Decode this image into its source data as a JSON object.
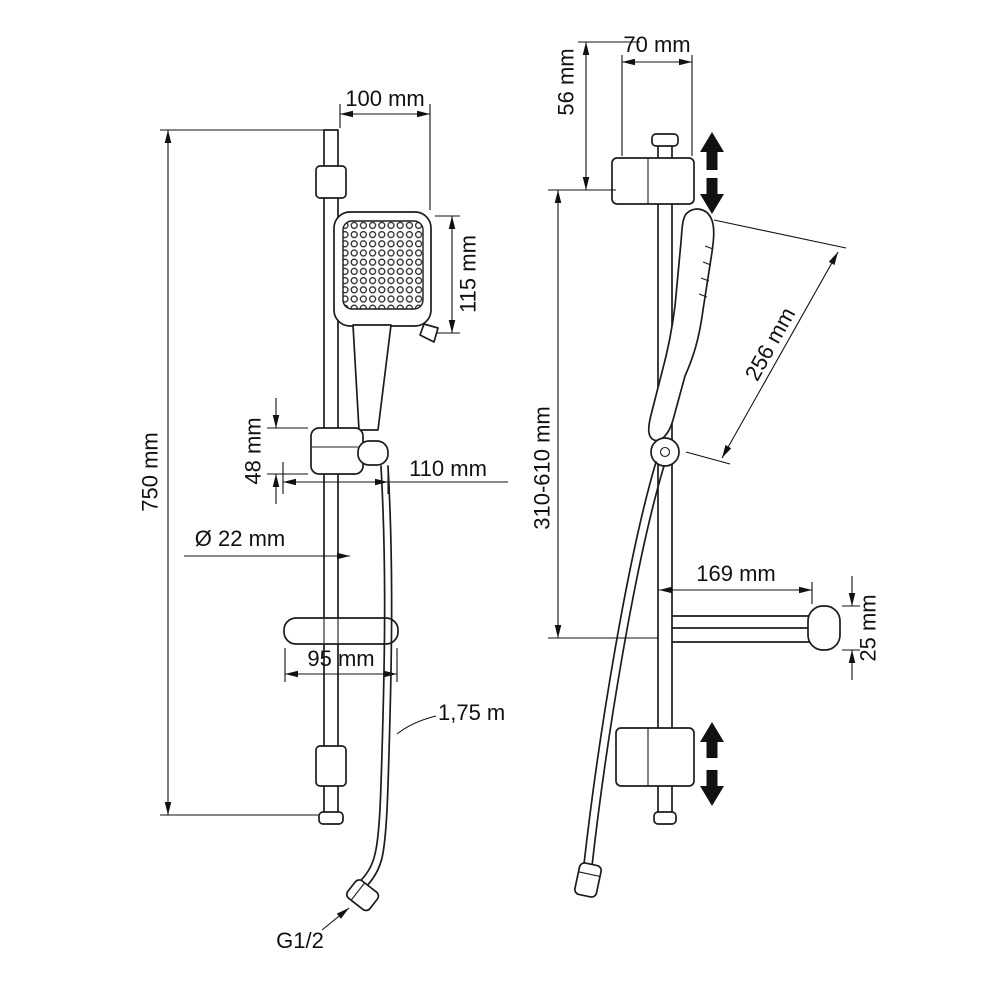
{
  "views": {
    "front": {
      "dims": {
        "rail_height": "750 mm",
        "head_width": "100 mm",
        "head_height": "115 mm",
        "holder_height": "48 mm",
        "holder_width": "110 mm",
        "rail_diameter": "Ø 22 mm",
        "soap_dish_width": "95 mm",
        "hose_length": "1,75 m",
        "connection_thread": "G1/2"
      }
    },
    "side": {
      "dims": {
        "bracket_width": "70 mm",
        "bracket_height": "56 mm",
        "adjustment_range": "310-610 mm",
        "hand_shower_length": "256 mm",
        "soap_dish_depth": "169 mm",
        "soap_dish_height": "25 mm"
      }
    }
  },
  "colors": {
    "line": "#1c1c1c",
    "background": "#ffffff"
  }
}
